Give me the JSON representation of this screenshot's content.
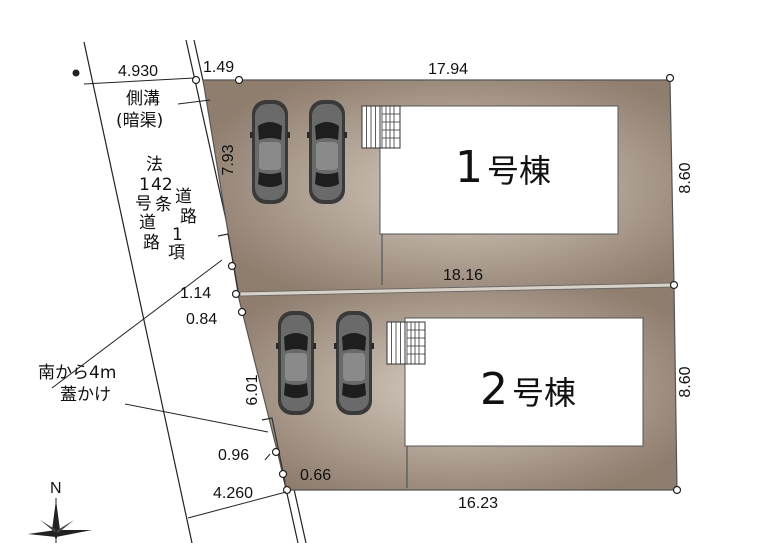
{
  "road": {
    "width_label": "4.930",
    "south_width_label": "4.260",
    "ditch_label_1": "側溝",
    "ditch_label_2": "(暗渠)",
    "law_col_1": [
      "1",
      "号"
    ],
    "law_col_2": [
      "法",
      "42",
      "条",
      "道",
      "路"
    ],
    "law_col_3": [
      "道",
      "路",
      "1",
      "項"
    ],
    "cover_label_1": "南から4m",
    "cover_label_2": "蓋かけ"
  },
  "lot1": {
    "name_num": "1",
    "name_suffix": "号棟",
    "top": "17.94",
    "right": "8.60",
    "left": "7.93",
    "top_corner": "1.49",
    "bottom": "18.16"
  },
  "lot2": {
    "name_num": "2",
    "name_suffix": "号棟",
    "right": "8.60",
    "left": "6.01",
    "bottom": "16.23"
  },
  "frontage": {
    "a": "1.14",
    "b": "0.84",
    "c": "0.96",
    "d": "0.66"
  },
  "compass": {
    "north": "N"
  },
  "colors": {
    "lot_fill": "#9a8878",
    "lot_light": "#cfc4b8",
    "house": "#ffffff",
    "car": "#3a3a3a"
  }
}
